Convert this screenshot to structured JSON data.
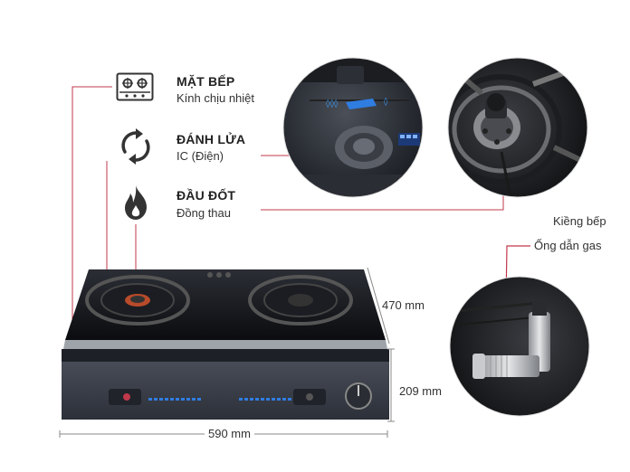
{
  "features": [
    {
      "title": "MẶT BẾP",
      "subtitle": "Kính chịu nhiệt",
      "icon": "cooktop-icon"
    },
    {
      "title": "ĐÁNH LỬA",
      "subtitle": "IC (Điện)",
      "icon": "ignition-cycle-icon"
    },
    {
      "title": "ĐẦU ĐỐT",
      "subtitle": "Đồng thau",
      "icon": "flame-icon"
    }
  ],
  "callouts": {
    "pan_support": "Kiềng bếp",
    "gas_pipe": "Ống dẫn gas"
  },
  "dimensions": {
    "depth": "470 mm",
    "height": "209 mm",
    "width": "590 mm"
  },
  "colors": {
    "accent_line": "#c0394b",
    "stove_body": "#3a3f4b",
    "glass_top": "#121418",
    "blue_led": "#2f7de1"
  }
}
